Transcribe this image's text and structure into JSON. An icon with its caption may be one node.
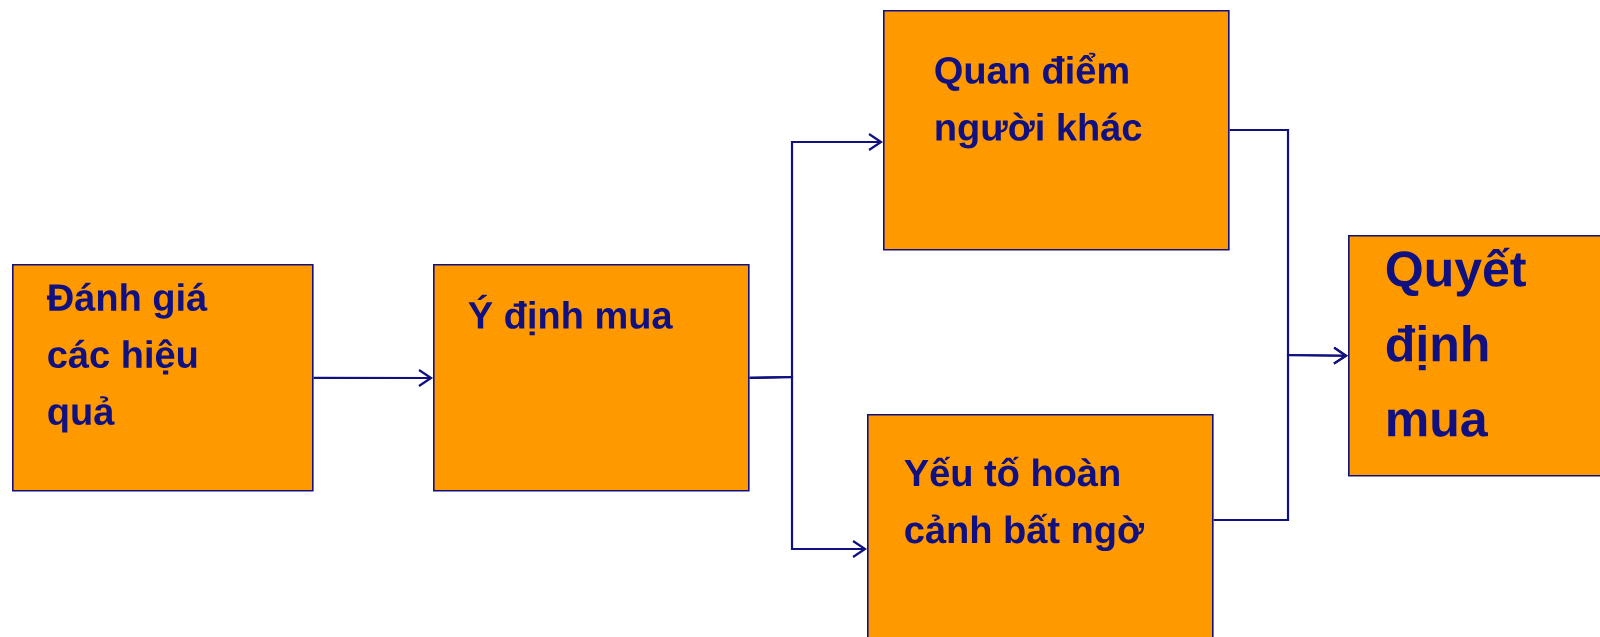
{
  "diagram": {
    "nodes": [
      {
        "text": [
          "Đánh giá các hiệu quả"
        ]
      },
      {
        "text": [
          "Ý định mua"
        ]
      },
      {
        "text": [
          "Quan điểm người khác"
        ]
      },
      {
        "text": [
          "Yếu tố hoàn cảnh bất ngờ"
        ]
      },
      {
        "text": [
          "Quyết định mua"
        ]
      }
    ],
    "edges": [
      {
        "from": 0,
        "to": 1,
        "arrow": "to"
      },
      {
        "from": 1,
        "to": 2,
        "arrow": "to"
      },
      {
        "from": 1,
        "to": 3,
        "arrow": "to"
      },
      {
        "from": 2,
        "to": 4,
        "arrow": "to"
      },
      {
        "from": 3,
        "to": 4,
        "arrow": "to"
      }
    ]
  }
}
